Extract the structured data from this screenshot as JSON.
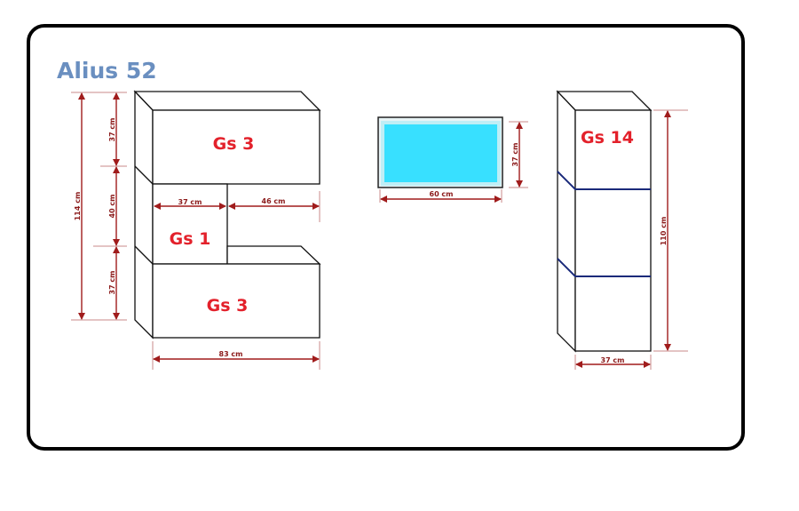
{
  "title": "Alius 52",
  "left_unit": {
    "top_label": "Gs 3",
    "middle_label": "Gs 1",
    "bottom_label": "Gs 3",
    "dim_total_height": "114 cm",
    "dim_top_height": "37 cm",
    "dim_middle_height": "40 cm",
    "dim_bottom_height": "37 cm",
    "dim_middle_width": "37 cm",
    "dim_gap_width": "46 cm",
    "dim_total_width": "83 cm"
  },
  "tv_panel": {
    "dim_width": "60 cm",
    "dim_height": "37 cm",
    "screen_color": "#38e0ff"
  },
  "right_unit": {
    "label": "Gs 14",
    "dim_height": "110 cm",
    "dim_width": "37 cm",
    "shelf_color": "#1a2a7a"
  },
  "colors": {
    "label": "#e3212b",
    "dimension": "#a01c1c",
    "title": "#6a8fc0"
  }
}
